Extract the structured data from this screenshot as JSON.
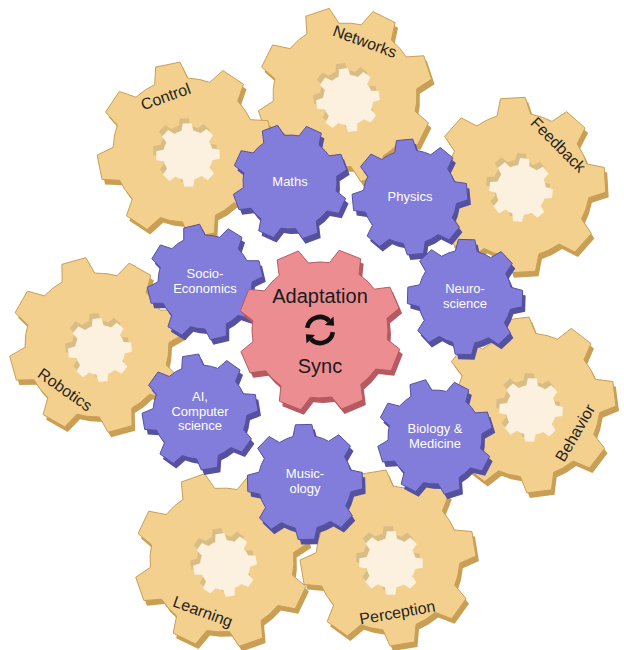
{
  "diagram": {
    "nodes": [
      {
        "text": [
          "Networks"
        ]
      },
      {
        "text": [
          "Control"
        ]
      },
      {
        "text": [
          "Feedback"
        ]
      },
      {
        "text": [
          "Maths"
        ]
      },
      {
        "text": [
          "Physics"
        ]
      },
      {
        "text": [
          "Socio- Economics"
        ]
      },
      {
        "text": [
          "Adaptation",
          "Sync"
        ]
      },
      {
        "text": [
          "Neuro- science"
        ]
      },
      {
        "text": [
          "Robotics"
        ]
      },
      {
        "text": [
          "AI, Computer science"
        ]
      },
      {
        "text": [
          "Biology & Medicine"
        ]
      },
      {
        "text": [
          "Behavior"
        ]
      },
      {
        "text": [
          "Music- ology"
        ]
      },
      {
        "text": [
          "Learning"
        ]
      },
      {
        "text": [
          "Perception"
        ]
      }
    ]
  }
}
